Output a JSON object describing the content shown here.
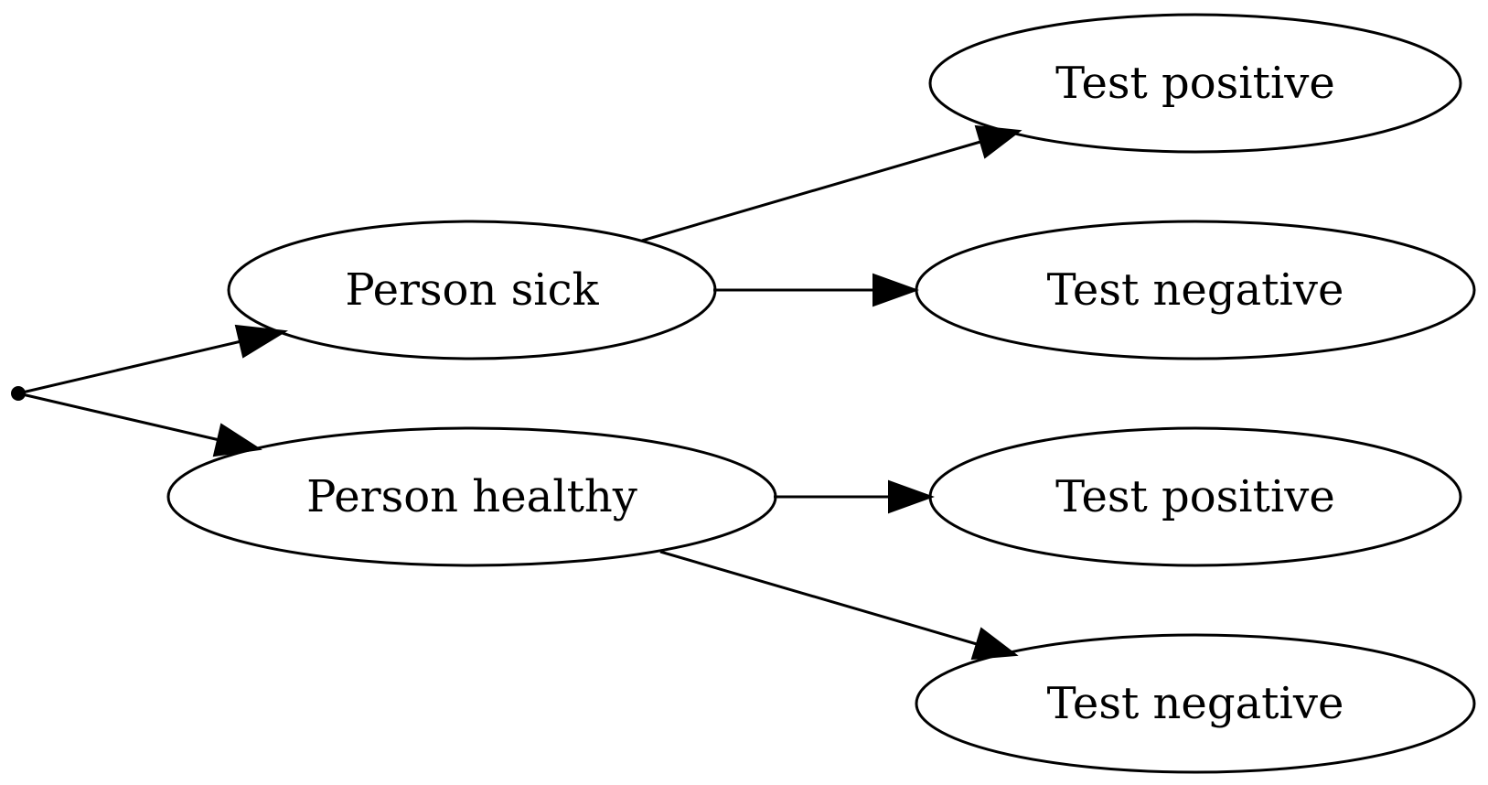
{
  "nodes": {
    "sick": "Person sick",
    "healthy": "Person healthy",
    "sick_pos": "Test positive",
    "sick_neg": "Test negative",
    "healthy_pos": "Test positive",
    "healthy_neg": "Test negative"
  },
  "edges": [
    {
      "from": "root",
      "to": "sick"
    },
    {
      "from": "root",
      "to": "healthy"
    },
    {
      "from": "sick",
      "to": "sick_pos"
    },
    {
      "from": "sick",
      "to": "sick_neg"
    },
    {
      "from": "healthy",
      "to": "healthy_pos"
    },
    {
      "from": "healthy",
      "to": "healthy_neg"
    }
  ],
  "colors": {
    "stroke": "#000000",
    "background": "#ffffff"
  }
}
